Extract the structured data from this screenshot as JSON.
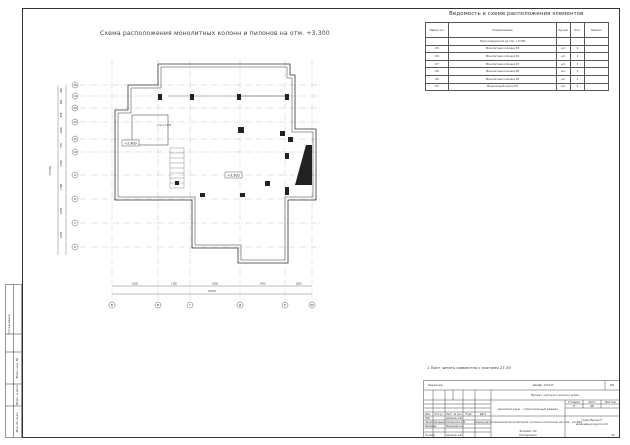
{
  "sheet_title": "Схема расположения монолитных колонн и пилонов на отм. +3.300",
  "spec": {
    "title": "Ведомость к схеме расположения элементов",
    "headers": [
      "Марка поз.",
      "Наименование",
      "Ед.изм.",
      "Кол.",
      "Примеч."
    ],
    "rows": [
      [
        "",
        "План перекрытия на отм. +3.300",
        "",
        "",
        ""
      ],
      [
        "К5",
        "Монолитная колонна К5",
        "шт.",
        "2",
        ""
      ],
      [
        "К6",
        "Монолитная колонна К6",
        "шт.",
        "1",
        ""
      ],
      [
        "К7",
        "Монолитная колонна К7",
        "шт.",
        "3",
        ""
      ],
      [
        "К8",
        "Монолитная колонна К8",
        "шт.",
        "3",
        ""
      ],
      [
        "К9",
        "Монолитная колонна К9",
        "шт.",
        "1",
        ""
      ],
      [
        "П3",
        "Монолитный пилон П3",
        "шт.",
        "3",
        ""
      ]
    ]
  },
  "note": "1 Лист читать совместно с листами 27-30",
  "plan": {
    "row_axes": [
      "15",
      "14",
      "13",
      "12",
      "11",
      "10",
      "9",
      "8",
      "7",
      "6"
    ],
    "col_axes": [
      "Б",
      "В",
      "Г",
      "Д",
      "Е",
      "Ж"
    ],
    "col_dims": [
      "1630",
      "1180",
      "3600",
      "1450",
      "1650"
    ],
    "col_total": "9550",
    "row_dims": [
      "900",
      "900",
      "870",
      "1290",
      "570",
      "1780",
      "1780",
      "1870",
      "1870"
    ],
    "row_total": "15500",
    "level_left": "+2.900",
    "level_center": "+3.300",
    "hatch_label": "отм.+3.300"
  },
  "title_block": {
    "code": "Шифр 1/23-П",
    "code_label": "Заказчик:",
    "sheet_code": "КР",
    "project": "Проект частного жилого дома",
    "section": "Архитектурно - строительный раздел",
    "stage_label": "Стадия",
    "sheet_label": "Лист",
    "sheets_label": "Листов",
    "stage": "Р",
    "sheet_no": "26",
    "drawing": "Схема расположения монолитных колонн и пилонов на отм. +3.300",
    "company": "\"ААА-Проект\"",
    "company_url": "www.aaa-project.com",
    "format": "Формат А3",
    "copied": "Копировал",
    "sheet_num_corner": "43",
    "people": [
      {
        "role": "ГИП",
        "name": "Арямкин А.В."
      },
      {
        "role": "Проектировщик",
        "name": "Сибиркина А.М."
      },
      {
        "role": "Инженер",
        "name": "Мальцева А.А."
      },
      {
        "role": "Н.контр.",
        "name": "Арямкин А.В."
      }
    ],
    "head_cells": [
      "Изм.",
      "Кол.уч.",
      "Лист",
      "№ док.",
      "Подп.",
      "Дата"
    ]
  },
  "side_strip": {
    "labels": [
      "Инв. № подл.",
      "Подп. и дата",
      "Взам. инв. №",
      "Согласовано"
    ]
  }
}
